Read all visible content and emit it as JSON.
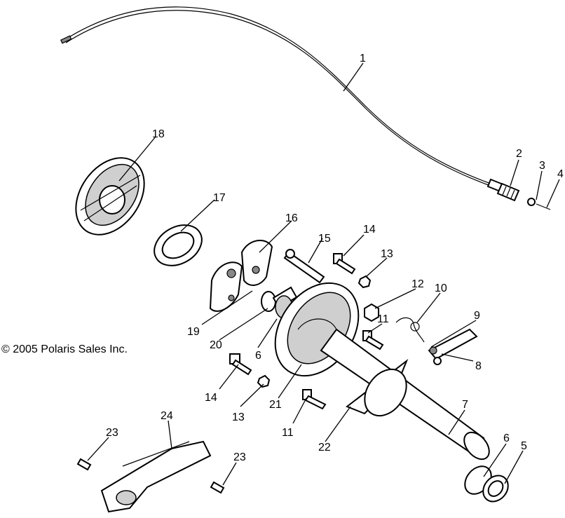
{
  "copyright": "© 2005 Polaris Sales Inc.",
  "callouts": [
    {
      "id": "c1",
      "text": "1"
    },
    {
      "id": "c2",
      "text": "2"
    },
    {
      "id": "c3",
      "text": "3"
    },
    {
      "id": "c4",
      "text": "4"
    },
    {
      "id": "c5",
      "text": "5"
    },
    {
      "id": "c6a",
      "text": "6"
    },
    {
      "id": "c6b",
      "text": "6"
    },
    {
      "id": "c7",
      "text": "7"
    },
    {
      "id": "c8",
      "text": "8"
    },
    {
      "id": "c9",
      "text": "9"
    },
    {
      "id": "c10",
      "text": "10"
    },
    {
      "id": "c11a",
      "text": "11"
    },
    {
      "id": "c11b",
      "text": "11"
    },
    {
      "id": "c12",
      "text": "12"
    },
    {
      "id": "c13a",
      "text": "13"
    },
    {
      "id": "c13b",
      "text": "13"
    },
    {
      "id": "c14a",
      "text": "14"
    },
    {
      "id": "c14b",
      "text": "14"
    },
    {
      "id": "c15",
      "text": "15"
    },
    {
      "id": "c16",
      "text": "16"
    },
    {
      "id": "c17",
      "text": "17"
    },
    {
      "id": "c18",
      "text": "18"
    },
    {
      "id": "c19",
      "text": "19"
    },
    {
      "id": "c20",
      "text": "20"
    },
    {
      "id": "c21",
      "text": "21"
    },
    {
      "id": "c22",
      "text": "22"
    },
    {
      "id": "c23a",
      "text": "23"
    },
    {
      "id": "c23b",
      "text": "23"
    },
    {
      "id": "c24",
      "text": "24"
    }
  ]
}
